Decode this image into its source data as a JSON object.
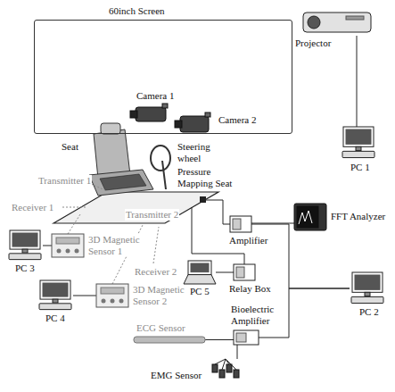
{
  "diagram": {
    "nodes": [
      {
        "text": [
          "60inch Screen"
        ]
      },
      {
        "text": [
          "Projector"
        ]
      },
      {
        "text": [
          "Camera 1"
        ]
      },
      {
        "text": [
          "Camera 2"
        ]
      },
      {
        "text": [
          "PC 1"
        ]
      },
      {
        "text": [
          "3D Magnetic Sensor 1"
        ]
      },
      {
        "text": [
          "PC 3"
        ]
      },
      {
        "text": [
          "3D Magnetic Sensor 2"
        ]
      },
      {
        "text": [
          "PC 4"
        ]
      },
      {
        "text": [
          "Amplifier"
        ]
      },
      {
        "text": [
          "FFT Analyzer"
        ]
      },
      {
        "text": [
          "Relay Box"
        ]
      },
      {
        "text": [
          "PC 5"
        ]
      },
      {
        "text": [
          "PC 2"
        ]
      },
      {
        "text": [
          "Bioelectric Amplifier"
        ]
      },
      {
        "text": [
          "ECG Sensor"
        ]
      },
      {
        "text": [
          "EMG Sensor"
        ]
      }
    ],
    "edges": [
      {
        "from": 1,
        "to": 4,
        "arrow": "none"
      },
      {
        "from": 5,
        "to": 6,
        "arrow": "none"
      },
      {
        "from": 7,
        "to": 8,
        "arrow": "none"
      },
      {
        "from": 9,
        "to": 10,
        "arrow": "none"
      },
      {
        "from": 9,
        "to": 13,
        "arrow": "none"
      },
      {
        "from": 11,
        "to": 12,
        "arrow": "none"
      },
      {
        "from": 14,
        "to": 13,
        "arrow": "none"
      },
      {
        "from": 15,
        "to": 14,
        "arrow": "none"
      },
      {
        "from": 16,
        "to": 14,
        "arrow": "none"
      }
    ],
    "labels": [
      "Seat",
      "Steering wheel",
      "Pressure Mapping Seat",
      "Transmitter 1",
      "Receiver 1",
      "Transmitter 2",
      "Receiver 2"
    ]
  }
}
